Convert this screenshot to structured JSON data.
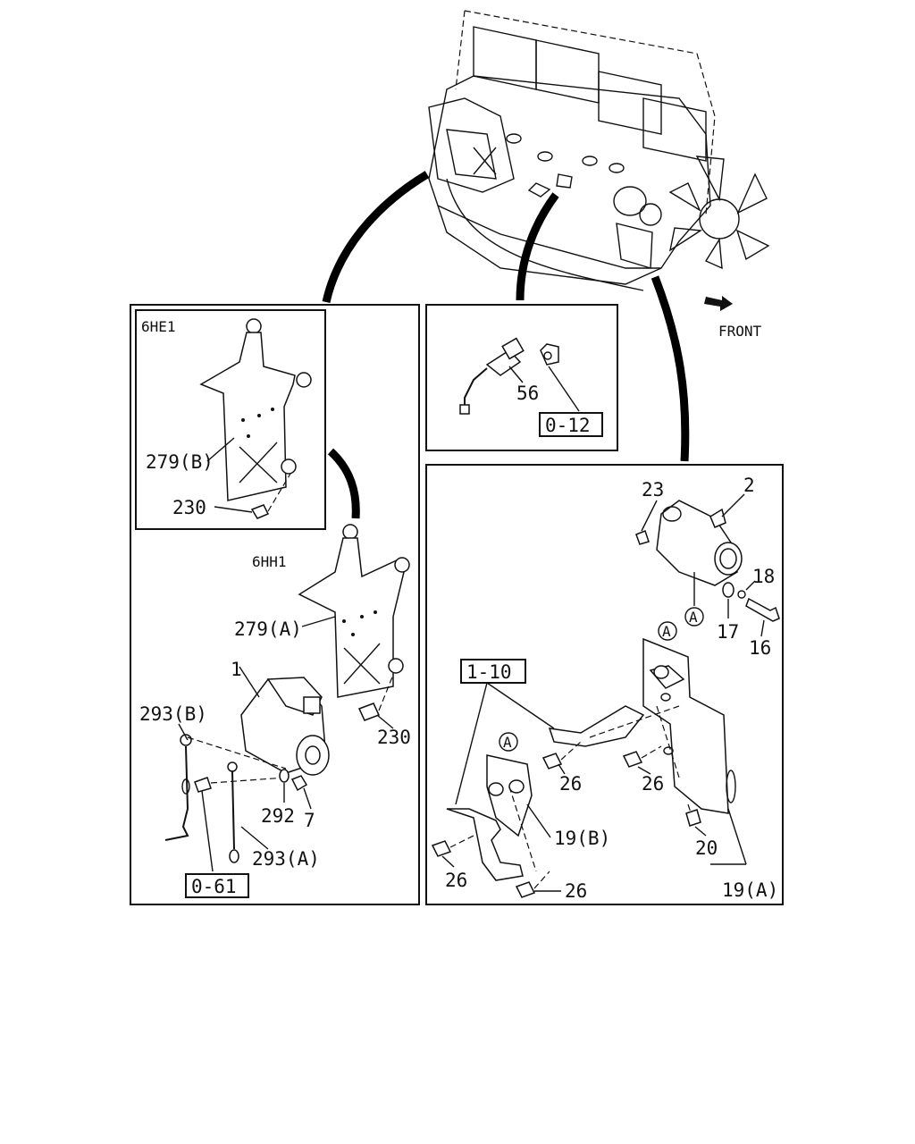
{
  "diagram": {
    "front_label": "FRONT",
    "variants": {
      "v1": "6HE1",
      "v2": "6HH1"
    },
    "ref_boxes": {
      "r1": "0-12",
      "r2": "0-61",
      "r3": "1-10"
    },
    "circle_marker": "A",
    "callouts": {
      "c1": "1",
      "c2": "2",
      "c7": "7",
      "c16": "16",
      "c17": "17",
      "c18": "18",
      "c19a": "19(A)",
      "c19b": "19(B)",
      "c20": "20",
      "c23": "23",
      "c26a": "26",
      "c26b": "26",
      "c26c": "26",
      "c26d": "26",
      "c56": "56",
      "c230a": "230",
      "c230b": "230",
      "c279a": "279(A)",
      "c279b": "279(B)",
      "c292": "292",
      "c293a": "293(A)",
      "c293b": "293(B)"
    }
  }
}
